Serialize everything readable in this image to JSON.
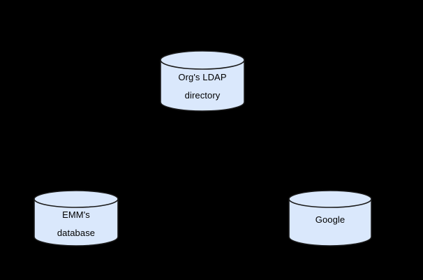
{
  "diagram": {
    "type": "database-cylinder-diagram",
    "background_color": "#000000",
    "node_fill_color": "#dae8fc",
    "node_stroke_color": "#1a1a1a",
    "label_text_color": "#000000",
    "nodes": [
      {
        "id": "ldap",
        "shape": "cylinder",
        "label": "Org's LDAP\ndirectory",
        "label_line_1": "Org's LDAP",
        "label_line_2": "directory"
      },
      {
        "id": "emm",
        "shape": "cylinder",
        "label": "EMM's\ndatabase",
        "label_line_1": "EMM's",
        "label_line_2": "database"
      },
      {
        "id": "google",
        "shape": "cylinder",
        "label": "Google",
        "label_line_1": "Google",
        "label_line_2": ""
      }
    ],
    "connectors": []
  }
}
